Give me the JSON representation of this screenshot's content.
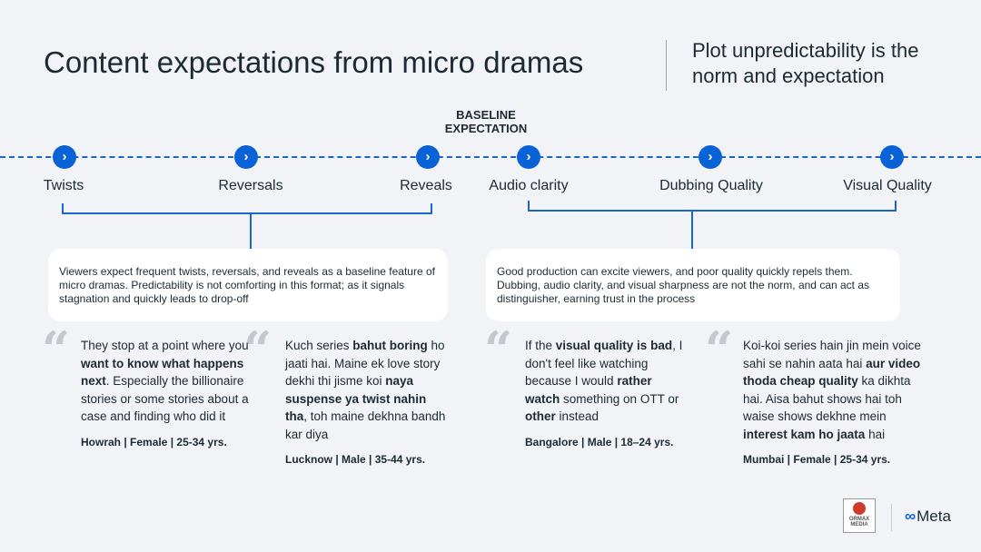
{
  "header": {
    "title": "Content expectations from micro dramas",
    "subtitle": "Plot unpredictability is the norm and expectation"
  },
  "baseline_label": "BASELINE EXPECTATION",
  "timeline": {
    "left": [
      "Twists",
      "Reversals",
      "Reveals"
    ],
    "right": [
      "Audio clarity",
      "Dubbing Quality",
      "Visual Quality"
    ]
  },
  "boxes": {
    "left": "Viewers expect frequent twists, reversals, and reveals as a baseline feature of micro dramas. Predictability is not comforting in this format; as it signals stagnation and quickly leads to drop-off",
    "right": "Good production can excite viewers, and poor quality quickly repels them. Dubbing, audio clarity, and visual sharpness are not the norm, and can act as distinguisher, earning trust in the process"
  },
  "quotes": [
    {
      "segments": [
        {
          "t": "They stop at a point where you "
        },
        {
          "t": "want to know what happens next",
          "b": true
        },
        {
          "t": ". Especially the billionaire stories or some stories about a case and finding who did it"
        }
      ],
      "attribution": "Howrah  |  Female  |  25-34 yrs."
    },
    {
      "segments": [
        {
          "t": "Kuch series "
        },
        {
          "t": "bahut boring",
          "b": true
        },
        {
          "t": " ho jaati hai. Maine ek love story dekhi thi jisme koi "
        },
        {
          "t": "naya suspense ya twist nahin tha",
          "b": true
        },
        {
          "t": ", toh maine dekhna bandh kar diya"
        }
      ],
      "attribution": "Lucknow  |  Male  |  35-44 yrs."
    },
    {
      "segments": [
        {
          "t": "If the "
        },
        {
          "t": "visual quality is bad",
          "b": true
        },
        {
          "t": ", I don't feel like watching because I would "
        },
        {
          "t": "rather watch",
          "b": true
        },
        {
          "t": " something on OTT or "
        },
        {
          "t": "other",
          "b": true
        },
        {
          "t": " instead"
        }
      ],
      "attribution": "Bangalore  |  Male  |  18–24 yrs."
    },
    {
      "segments": [
        {
          "t": "Koi-koi series hain jin mein voice sahi se nahin aata hai "
        },
        {
          "t": "aur video thoda cheap quality",
          "b": true
        },
        {
          "t": " ka dikhta hai. Aisa bahut shows hai toh waise shows dekhne mein "
        },
        {
          "t": "interest kam ho jaata",
          "b": true
        },
        {
          "t": " hai"
        }
      ],
      "attribution": "Mumbai  |  Female  |  25-34 yrs."
    }
  ],
  "logos": {
    "ormax": "ORMAX MEDIA",
    "meta": "Meta"
  },
  "colors": {
    "accent": "#0a63d6",
    "background": "#f1f3f6"
  }
}
